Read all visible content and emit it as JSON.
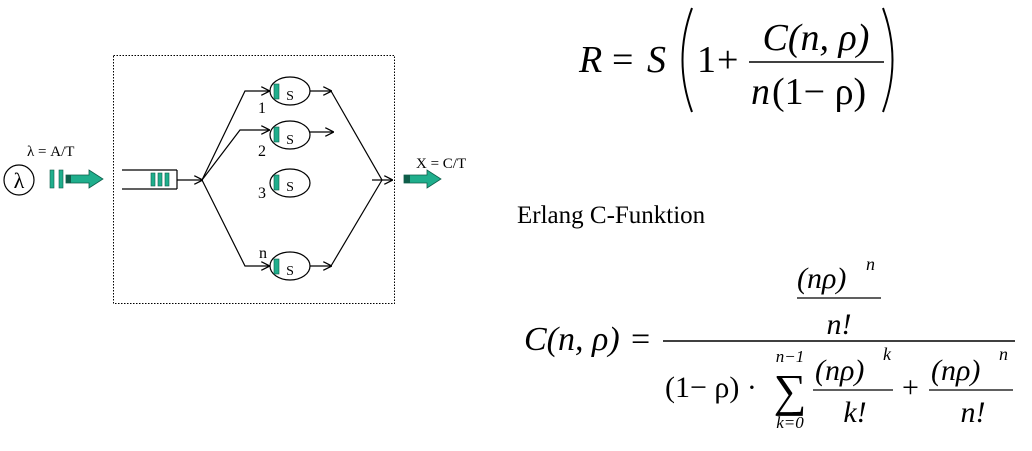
{
  "queue_diagram": {
    "arrival_symbol": "λ",
    "arrival_rate_label": "λ = A/T",
    "throughput_label": "X = C/T",
    "server_label": "S",
    "server_indices": [
      "1",
      "2",
      "3",
      "n"
    ]
  },
  "formula_response_time": {
    "R": "R",
    "eq": "=",
    "S": "S",
    "one": "1",
    "plus": "+",
    "numerator": "C(n, ρ)",
    "den_n": "n",
    "den_paren": "(1− ρ)"
  },
  "section_heading": "Erlang C-Funktion",
  "formula_erlang_c": {
    "lhs": "C(n, ρ)",
    "eq": "=",
    "top_num_base": "(nρ)",
    "top_num_exp": "n",
    "top_den": "n!",
    "bottom_factor": "(1− ρ) ·",
    "sum_sign": "∑",
    "sum_upper": "n−1",
    "sum_lower": "k=0",
    "term1_num_base": "(nρ)",
    "term1_num_exp": "k",
    "term1_den": "k!",
    "plus": "+",
    "term2_num_base": "(nρ)",
    "term2_num_exp": "n",
    "term2_den": "n!"
  },
  "colors": {
    "accent_green": "#1fae8c",
    "accent_green_dark": "#0e5e4a",
    "line": "#000000"
  }
}
